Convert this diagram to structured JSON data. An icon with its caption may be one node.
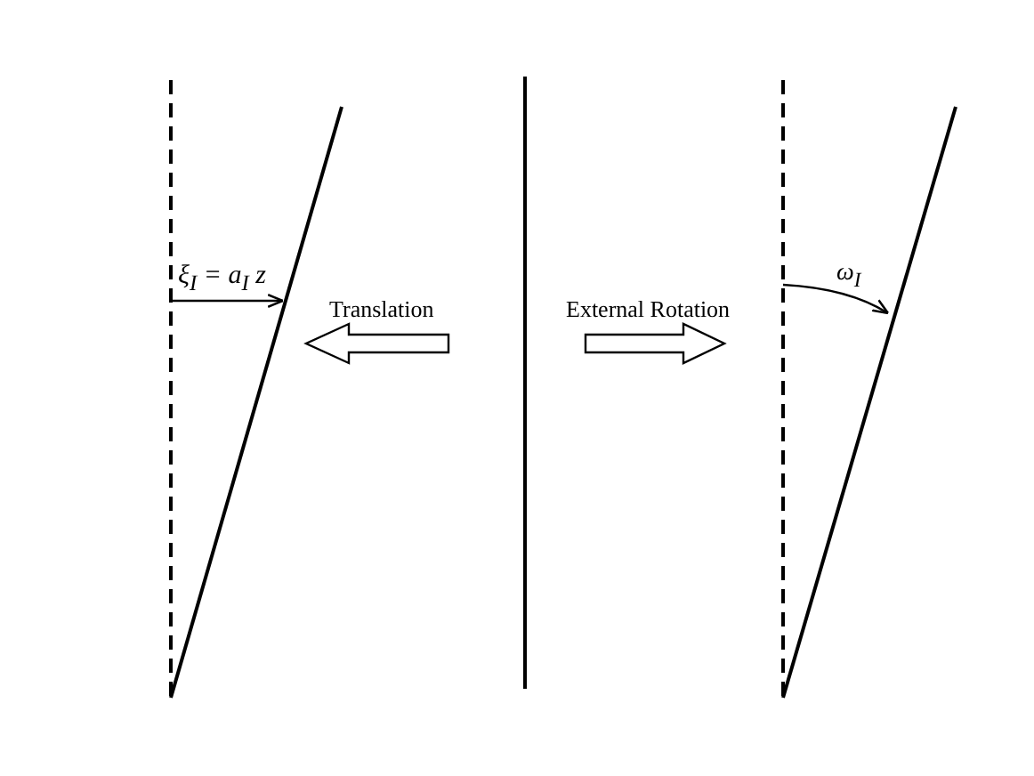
{
  "diagram": {
    "labels": [
      "ξ$_{I}$ = a$_{I}$ z",
      "Translation",
      "External Rotation",
      "ω$_{I}$"
    ]
  }
}
